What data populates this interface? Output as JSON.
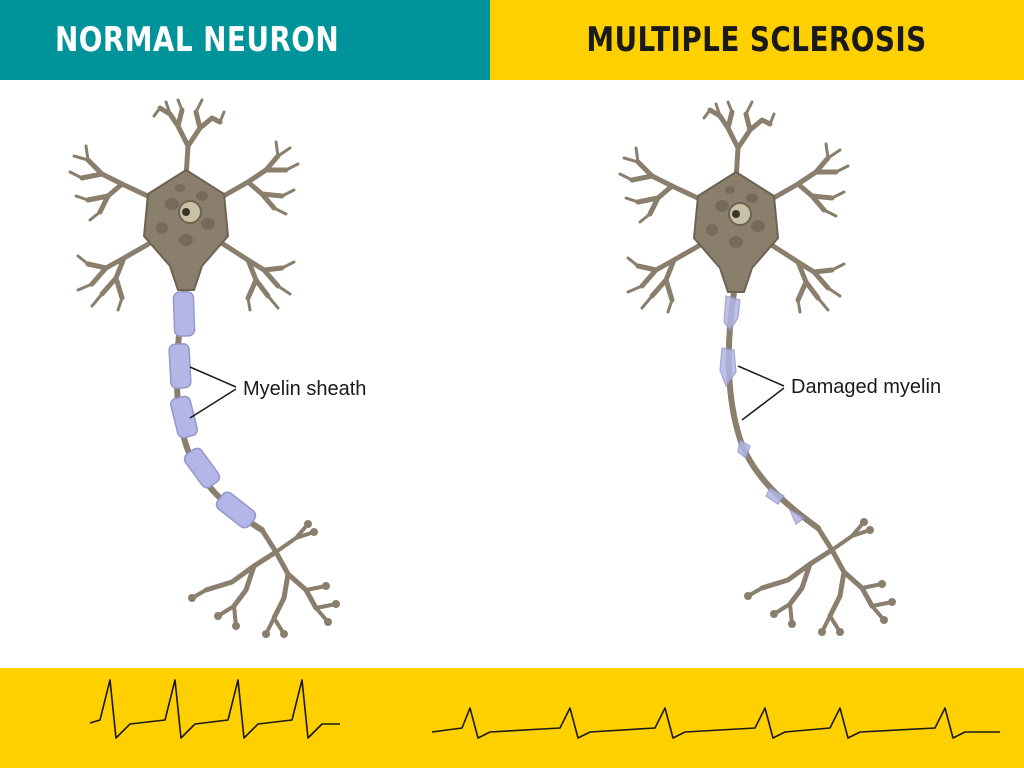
{
  "header": {
    "left_title": "NORMAL NEURON",
    "right_title": "MULTIPLE SCLEROSIS"
  },
  "labels": {
    "myelin_sheath": "Myelin sheath",
    "damaged_myelin": "Damaged myelin"
  },
  "colors": {
    "teal": "#00939a",
    "yellow": "#fed000",
    "neuron_body": "#8a7e6c",
    "neuron_outline": "#6e6352",
    "myelin": "#b3b6e6",
    "waveform": "#1a1a1a"
  }
}
